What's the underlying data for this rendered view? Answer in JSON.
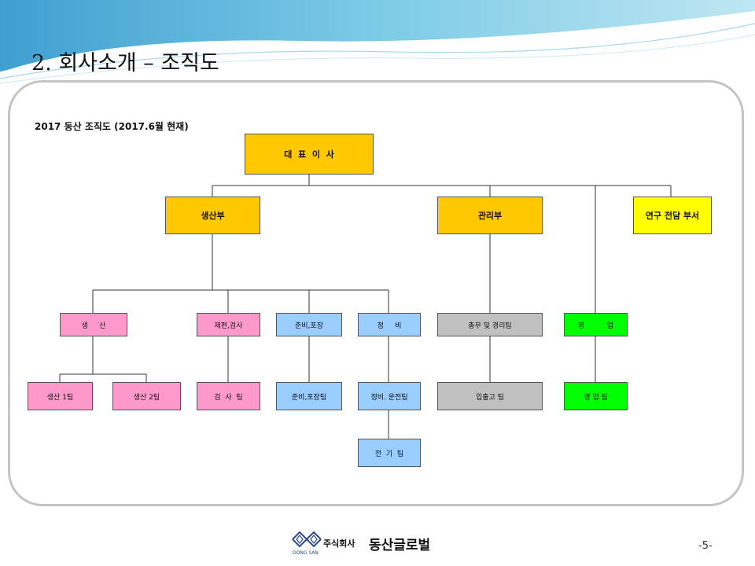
{
  "slide": {
    "title": "2. 회사소개 – 조직도",
    "page_number": "-5-"
  },
  "chart": {
    "title": "2017  동산 조직도 (2017.6월 현재)"
  },
  "nodes": {
    "ceo": "대  표  이  사",
    "production": "생산부",
    "management": "관리부",
    "research": "연구 전담 부서",
    "prod_sub": "생     산",
    "inspection": "제편,검사",
    "prep_pack": "준비,포장",
    "maintenance": "정     비",
    "general_affairs": "총무 및 경리팀",
    "sales": "영          업",
    "prod_team1": "생산 1팀",
    "prod_team2": "생산 2팀",
    "inspection_team": "검  사  팀",
    "prep_pack_team": "준비,포장팀",
    "maint_driving_team": "정비. 운전팀",
    "warehouse_team": "입출고 팀",
    "sales_team": "영 업 팀",
    "electric_team": "전  기  팀"
  },
  "colors": {
    "executive": "#ffc800",
    "research": "#ffff00",
    "production_units": "#ff99cc",
    "support_units": "#99ccff",
    "admin_units": "#c0c0c0",
    "sales_units": "#00ff00"
  },
  "logo": {
    "mark_label": "DONG SAN",
    "company_prefix": "주식회사",
    "company_name": "동산글로벌"
  }
}
